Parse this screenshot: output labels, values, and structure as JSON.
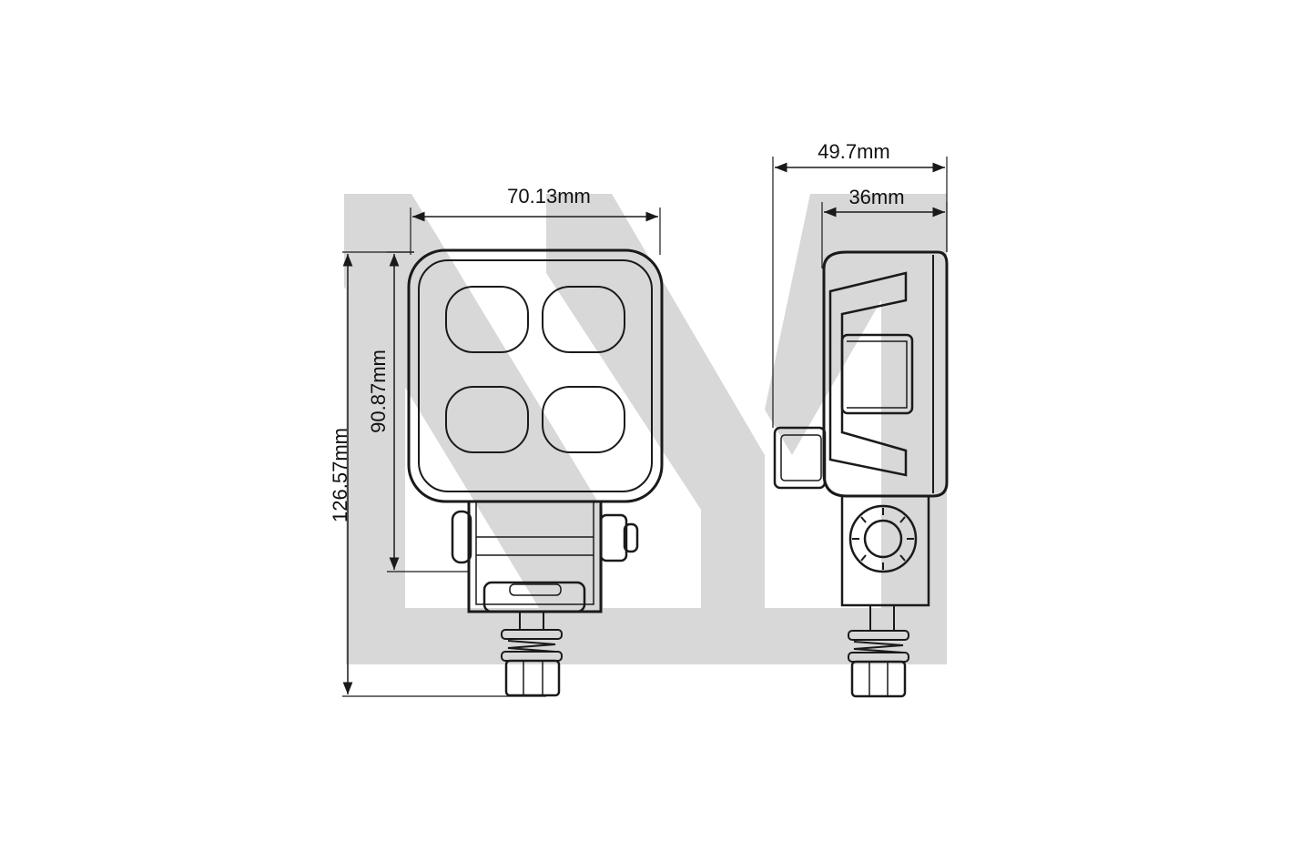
{
  "dimensions": {
    "front_width": "70.13mm",
    "front_height": "90.87mm",
    "overall_height": "126.57mm",
    "side_depth_total": "49.7mm",
    "side_depth_body": "36mm"
  },
  "colors": {
    "background": "#ffffff",
    "line": "#1a1a1a",
    "watermark": "#d8d8d8",
    "lens_fill": "#f4f4f4"
  },
  "icons": {
    "watermark": "wm-logo-watermark"
  }
}
